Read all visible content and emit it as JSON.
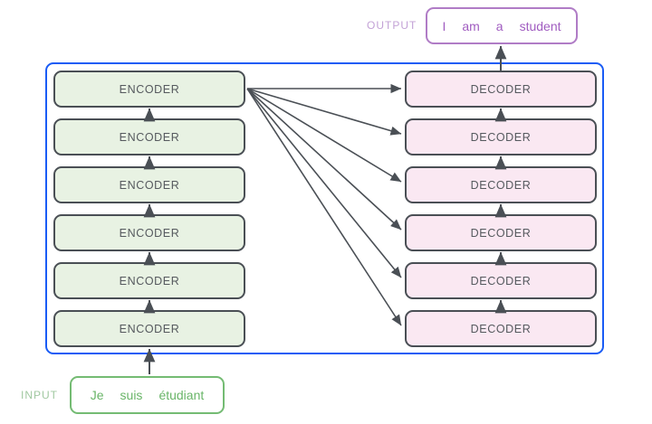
{
  "diagram": {
    "type": "transformer-encoder-decoder",
    "colors": {
      "container_border": "#1a5cf5",
      "encoder_fill": "#e8f2e3",
      "decoder_fill": "#fae8f2",
      "block_border": "#4a4f55",
      "block_text": "#55595e",
      "arrow": "#4a4f55",
      "output_accent": "#a05cc0",
      "output_label": "#c3a2d6",
      "input_accent": "#69b568",
      "input_label": "#a0c8a0"
    },
    "encoders": [
      {
        "label": "ENCODER"
      },
      {
        "label": "ENCODER"
      },
      {
        "label": "ENCODER"
      },
      {
        "label": "ENCODER"
      },
      {
        "label": "ENCODER"
      },
      {
        "label": "ENCODER"
      }
    ],
    "decoders": [
      {
        "label": "DECODER"
      },
      {
        "label": "DECODER"
      },
      {
        "label": "DECODER"
      },
      {
        "label": "DECODER"
      },
      {
        "label": "DECODER"
      },
      {
        "label": "DECODER"
      }
    ],
    "output": {
      "label": "OUTPUT",
      "tokens": [
        "I",
        "am",
        "a",
        "student"
      ]
    },
    "input": {
      "label": "INPUT",
      "tokens": [
        "Je",
        "suis",
        "étudiant"
      ]
    }
  }
}
